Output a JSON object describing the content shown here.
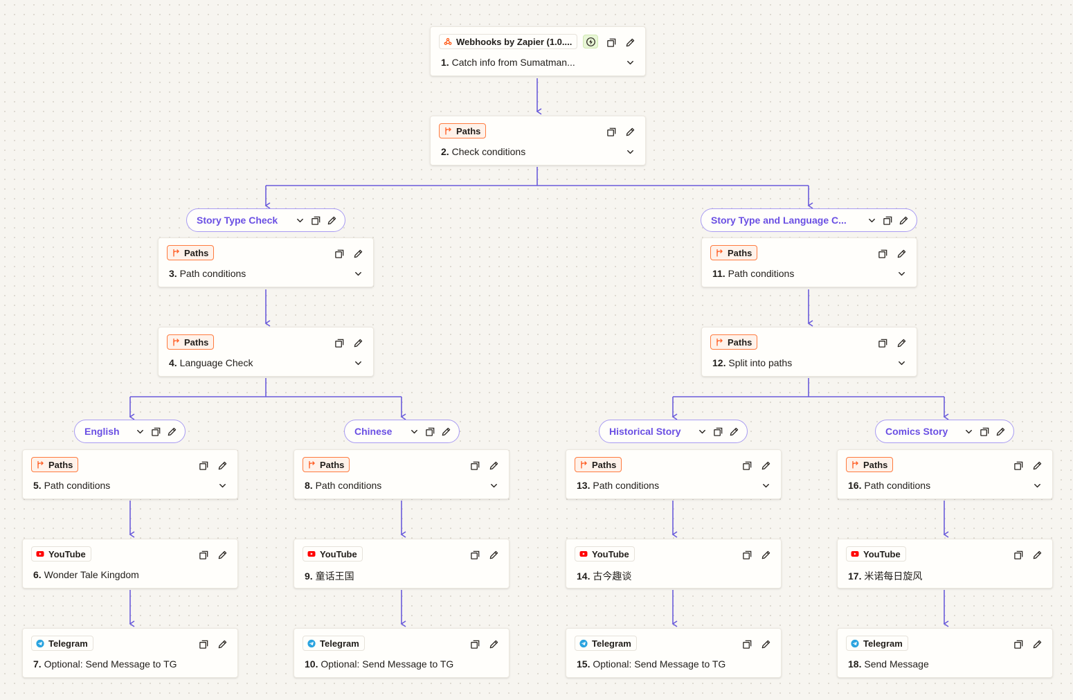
{
  "canvas": {
    "line_color": "#6a5bdb",
    "paths_accent": "#ff7a3d",
    "pill_text_color": "#6a4fe3"
  },
  "steps": {
    "s1": {
      "app": "Webhooks by Zapier (1.0....",
      "app_icon": "webhook-icon",
      "number": "1.",
      "title": "Catch info from Sumatman...",
      "trigger_icon": "bolt-icon"
    },
    "s2": {
      "app": "Paths",
      "app_icon": "paths-icon",
      "number": "2.",
      "title": "Check conditions"
    },
    "s3": {
      "app": "Paths",
      "app_icon": "paths-icon",
      "number": "3.",
      "title": "Path conditions"
    },
    "s4": {
      "app": "Paths",
      "app_icon": "paths-icon",
      "number": "4.",
      "title": "Language Check"
    },
    "s5": {
      "app": "Paths",
      "app_icon": "paths-icon",
      "number": "5.",
      "title": "Path conditions"
    },
    "s6": {
      "app": "YouTube",
      "app_icon": "youtube-icon",
      "number": "6.",
      "title": "Wonder Tale Kingdom"
    },
    "s7": {
      "app": "Telegram",
      "app_icon": "telegram-icon",
      "number": "7.",
      "title": "Optional: Send Message to TG"
    },
    "s8": {
      "app": "Paths",
      "app_icon": "paths-icon",
      "number": "8.",
      "title": "Path conditions"
    },
    "s9": {
      "app": "YouTube",
      "app_icon": "youtube-icon",
      "number": "9.",
      "title": "童话王国"
    },
    "s10": {
      "app": "Telegram",
      "app_icon": "telegram-icon",
      "number": "10.",
      "title": "Optional: Send Message to TG"
    },
    "s11": {
      "app": "Paths",
      "app_icon": "paths-icon",
      "number": "11.",
      "title": "Path conditions"
    },
    "s12": {
      "app": "Paths",
      "app_icon": "paths-icon",
      "number": "12.",
      "title": "Split into paths"
    },
    "s13": {
      "app": "Paths",
      "app_icon": "paths-icon",
      "number": "13.",
      "title": "Path conditions"
    },
    "s14": {
      "app": "YouTube",
      "app_icon": "youtube-icon",
      "number": "14.",
      "title": "古今趣谈"
    },
    "s15": {
      "app": "Telegram",
      "app_icon": "telegram-icon",
      "number": "15.",
      "title": "Optional: Send Message to TG"
    },
    "s16": {
      "app": "Paths",
      "app_icon": "paths-icon",
      "number": "16.",
      "title": "Path conditions"
    },
    "s17": {
      "app": "YouTube",
      "app_icon": "youtube-icon",
      "number": "17.",
      "title": "米诺每日旋风"
    },
    "s18": {
      "app": "Telegram",
      "app_icon": "telegram-icon",
      "number": "18.",
      "title": "Send Message"
    }
  },
  "paths": {
    "story_type_check": {
      "label": "Story Type Check"
    },
    "story_type_language": {
      "label": "Story Type and Language C..."
    },
    "english": {
      "label": "English"
    },
    "chinese": {
      "label": "Chinese"
    },
    "historical_story": {
      "label": "Historical Story"
    },
    "comics_story": {
      "label": "Comics Story"
    }
  }
}
